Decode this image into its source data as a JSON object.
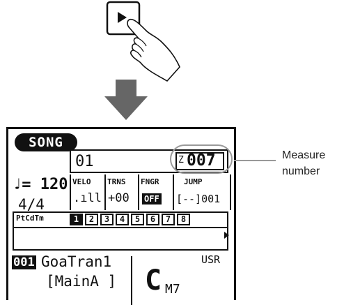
{
  "lcd": {
    "mode_badge": "SONG",
    "song_number": "01",
    "measure_prefix": "Z",
    "measure_value": "007",
    "tempo": "♩= 120",
    "time_signature": "4/4",
    "status": [
      {
        "label": "VELO",
        "value": ".ıll"
      },
      {
        "label": "TRNS",
        "value": "+00"
      },
      {
        "label": "FNGR",
        "value": "OFF"
      },
      {
        "label": "JUMP",
        "value": "[--]001"
      }
    ],
    "track_label": "PtCdTm",
    "tracks": [
      "1",
      "2",
      "3",
      "4",
      "5",
      "6",
      "7",
      "8"
    ],
    "active_track": "1",
    "style_number": "001",
    "style_name": "GoaTran1",
    "style_section": "[MainA ]",
    "usr_label": "USR",
    "chord_root": "C",
    "chord_type": "M7"
  },
  "callout": {
    "line1": "Measure",
    "line2": "number"
  },
  "colors": {
    "lcd_ink": "#111111",
    "callout": "#999999",
    "arrow": "#666666"
  }
}
